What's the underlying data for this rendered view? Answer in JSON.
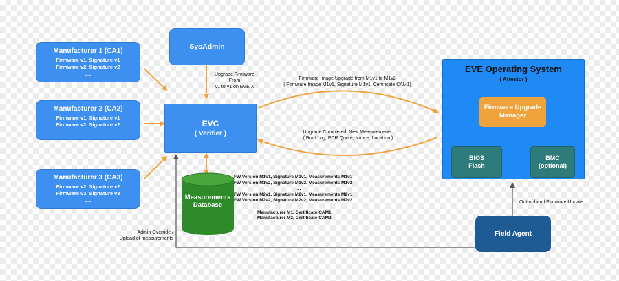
{
  "manufacturers": [
    {
      "title": "Manufacturer 1 (CA1)",
      "lines": [
        "Firmware v1, Signature v1",
        "Firmware v2, Signature v2",
        "...."
      ]
    },
    {
      "title": "Manufacturer 2 (CA2)",
      "lines": [
        "Firmware v1, Signature v1",
        "Firmware v2, Signature v2",
        "...."
      ]
    },
    {
      "title": "Manufacturer 3 (CA3)",
      "lines": [
        "Firmware v2, Signature v2",
        "Firmware v3, Signature v3",
        "...."
      ]
    }
  ],
  "sysadmin": "SysAdmin",
  "upgrade_note": [
    "Upgrade Firmware",
    "From",
    "v1 to v1 on EVE X"
  ],
  "evc": {
    "title": "EVC",
    "subtitle": "( Verifier )"
  },
  "database": [
    "Measurements",
    "Database"
  ],
  "fw_list": [
    "FW Version M1v1, Signature M1v1, Measurements M1v1",
    "FW Version M1v2, Signature M1v2, Measurements M1v2",
    "...",
    "FW Version M2v1, Signature M2v1, Measurements M2v1",
    "FW Version M2v2, Signature M2v2, Measurements M2v2",
    "...",
    "Manufacturer M1, Certificate CAM1",
    "Manufacturer M2, Certificate CAM2",
    "..."
  ],
  "eve": {
    "title": "EVE Operating System",
    "subtitle": "( Attestor )"
  },
  "fw_manager": [
    "Firmware Upgrade",
    "Manager"
  ],
  "bios": [
    "BIOS",
    "Flash"
  ],
  "bmc": [
    "BMC",
    "(optional)"
  ],
  "image_upgrade": [
    "Firmware Image Upgrade from M1v1 to M1v2",
    "{ Firmware Image M1v1, Signature M1v1, Certificate CAM1}"
  ],
  "upgrade_completed": [
    "Upgrade Completed, New Measurements:",
    "( Boot Log, PCR Quote, Nonce, Location )"
  ],
  "admin_override": [
    "Admin Override /",
    "Upload of measurements"
  ],
  "oob_update": "Out-of-band Firmware Update",
  "field_agent": "Field Agent",
  "colors": {
    "box_blue": "#3d8ff0",
    "eve_blue": "#1f8af3",
    "orange": "#f0a33c",
    "teal": "#2d7b7a",
    "navy": "#1e5a94",
    "db_green": "#2f8a2a"
  }
}
